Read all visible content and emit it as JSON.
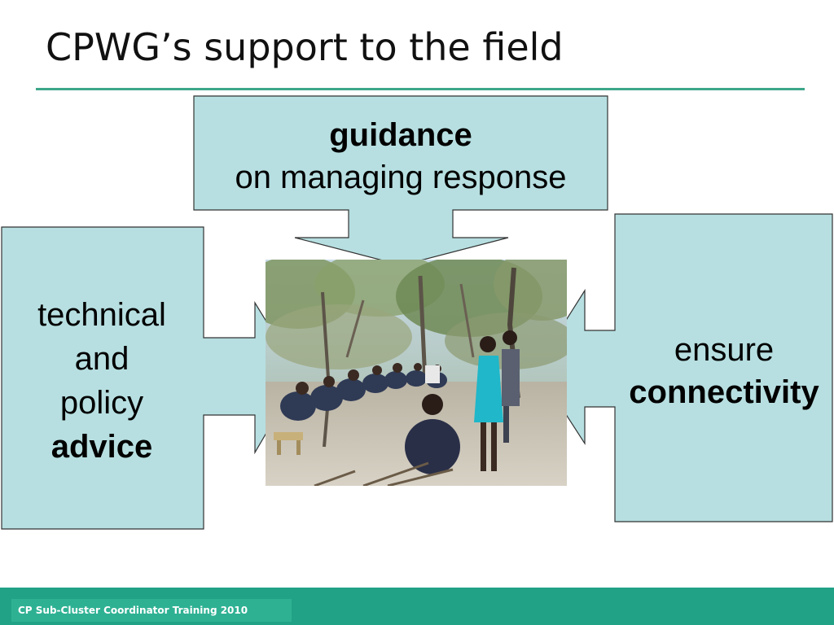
{
  "slide": {
    "title": "CPWG’s support to the field"
  },
  "callouts": {
    "top": {
      "line1": "guidance",
      "line2": "on managing response"
    },
    "left": {
      "line1": "technical",
      "line2": "and",
      "line3": "policy",
      "line4": "advice"
    },
    "right": {
      "line1": "ensure",
      "line2": "connectivity"
    }
  },
  "footer": {
    "text": "CP Sub-Cluster Coordinator Training 2010"
  },
  "colors": {
    "callout_fill": "#b7dfe1",
    "callout_stroke": "#333333",
    "accent_green": "#21a287",
    "title_rule": "#3ea68a"
  }
}
